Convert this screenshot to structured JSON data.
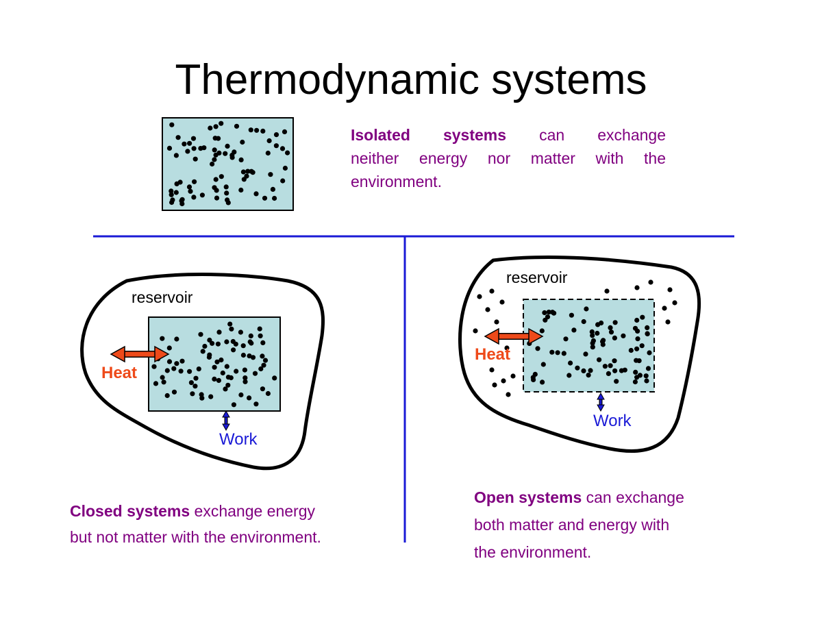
{
  "title": "Thermodynamic systems",
  "isolated": {
    "term": "Isolated systems",
    "line1_rest": "can exchange",
    "line2": "neither energy nor matter with the",
    "line3": "environment."
  },
  "closed": {
    "term": "Closed systems",
    "line1_rest": " exchange energy",
    "line2": "but not matter with the environment.",
    "reservoir_label": "reservoir",
    "heat_label": "Heat",
    "work_label": "Work"
  },
  "open": {
    "term": "Open systems",
    "line1_rest": " can exchange",
    "line2": "both matter and energy with",
    "line3": "the environment.",
    "reservoir_label": "reservoir",
    "heat_label": "Heat",
    "work_label": "Work"
  },
  "colors": {
    "box_fill": "#b8dde0",
    "divider": "#1a1ad6",
    "heat": "#ee4a1a",
    "work": "#1a1ad6",
    "text_purple": "#800080"
  }
}
